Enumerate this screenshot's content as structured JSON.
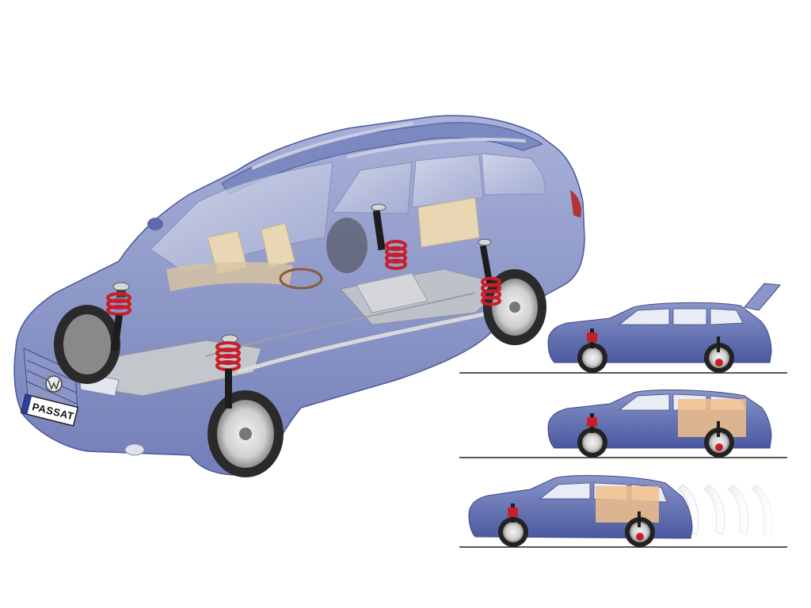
{
  "main_car": {
    "plate_text": "PASSAT",
    "badge": "vw-logo"
  },
  "colors": {
    "body_blue": "#5b6aa8",
    "body_blue_light": "#7f8bc0",
    "body_blue_dark": "#3e4b86",
    "interior_beige": "#e9d7b4",
    "spring_red": "#c81e2a",
    "damper_black": "#1d1d1d",
    "chassis_gray": "#b9bcc0",
    "load_box": "#f1c08a",
    "ground_line": "#222222"
  },
  "load_states": [
    {
      "state": "unloaded",
      "load_box": false,
      "tailgate_open": true
    },
    {
      "state": "loaded",
      "load_box": true,
      "tailgate_open": false
    },
    {
      "state": "loaded-rear-sag",
      "load_box": true,
      "tailgate_open": false
    }
  ]
}
